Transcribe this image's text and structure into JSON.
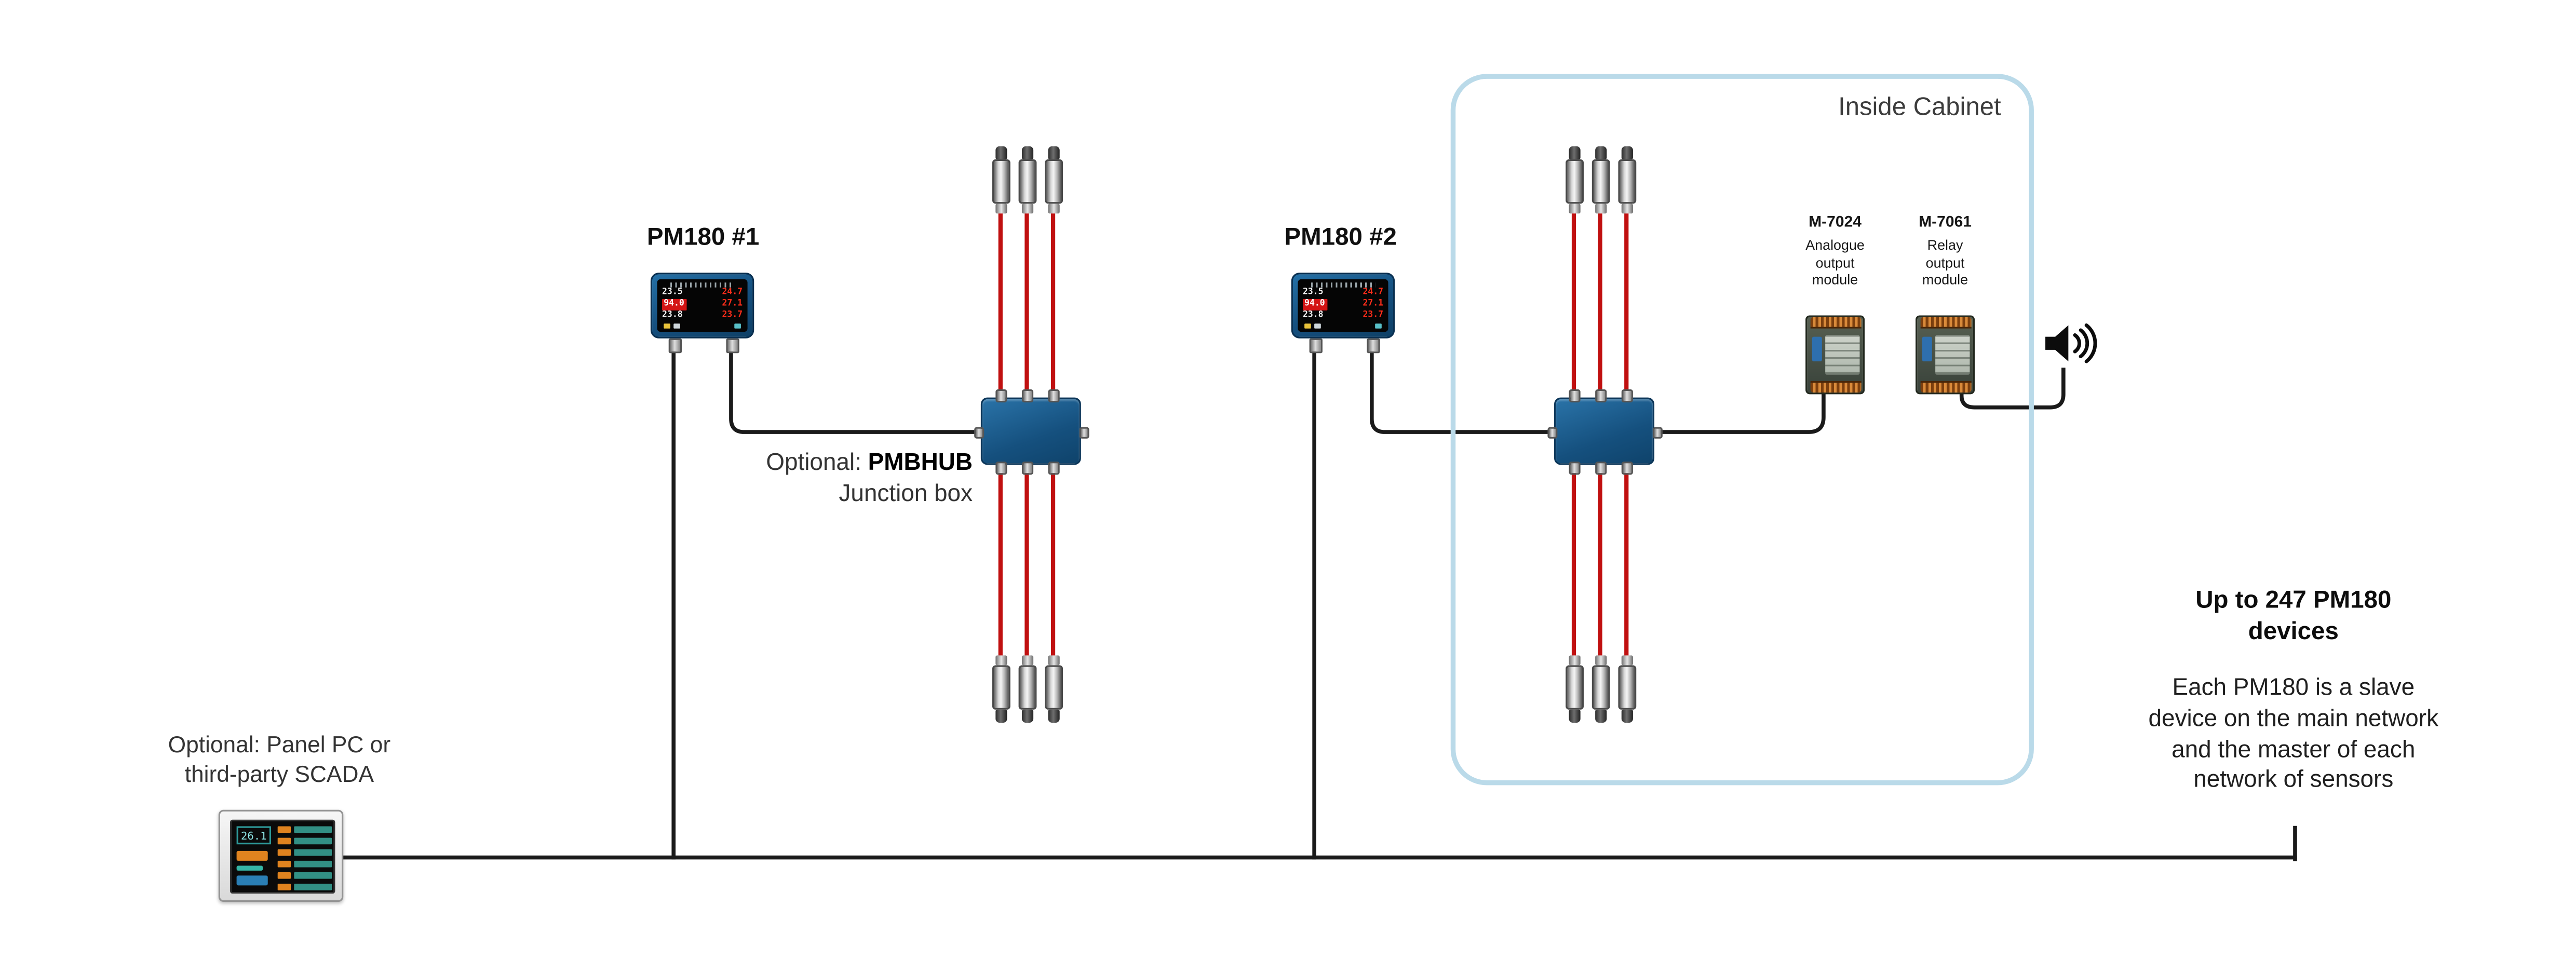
{
  "diagram": {
    "pm180_1_label": "PM180 #1",
    "pm180_2_label": "PM180 #2",
    "pm180_screen": {
      "rows": [
        {
          "l": "23.5",
          "r": "24.7"
        },
        {
          "l": "94.0",
          "r": "27.1"
        },
        {
          "l": "23.8",
          "r": "23.7"
        }
      ]
    },
    "hub_note": {
      "prefix": "Optional: ",
      "name": "PMBHUB",
      "line2": "Junction box"
    },
    "cabinet_label": "Inside Cabinet",
    "m7024": {
      "title": "M-7024",
      "line1": "Analogue",
      "line2": "output",
      "line3": "module"
    },
    "m7061": {
      "title": "M-7061",
      "line1": "Relay",
      "line2": "output",
      "line3": "module"
    },
    "panel_pc": {
      "caption": "Optional: Panel PC or third-party SCADA",
      "screen_value": "26.1"
    },
    "right_note": {
      "title": "Up to 247 PM180 devices",
      "body": "Each PM180 is a slave device on the main network and the master of each network of sensors"
    }
  },
  "colors": {
    "cable_red": "#c01010",
    "wire_black": "#1a1a1a",
    "device_blue": "#1a5a8c",
    "cabinet_border": "#badae9",
    "terminal_orange": "#d98a3a",
    "alarm_red": "#d41414"
  }
}
